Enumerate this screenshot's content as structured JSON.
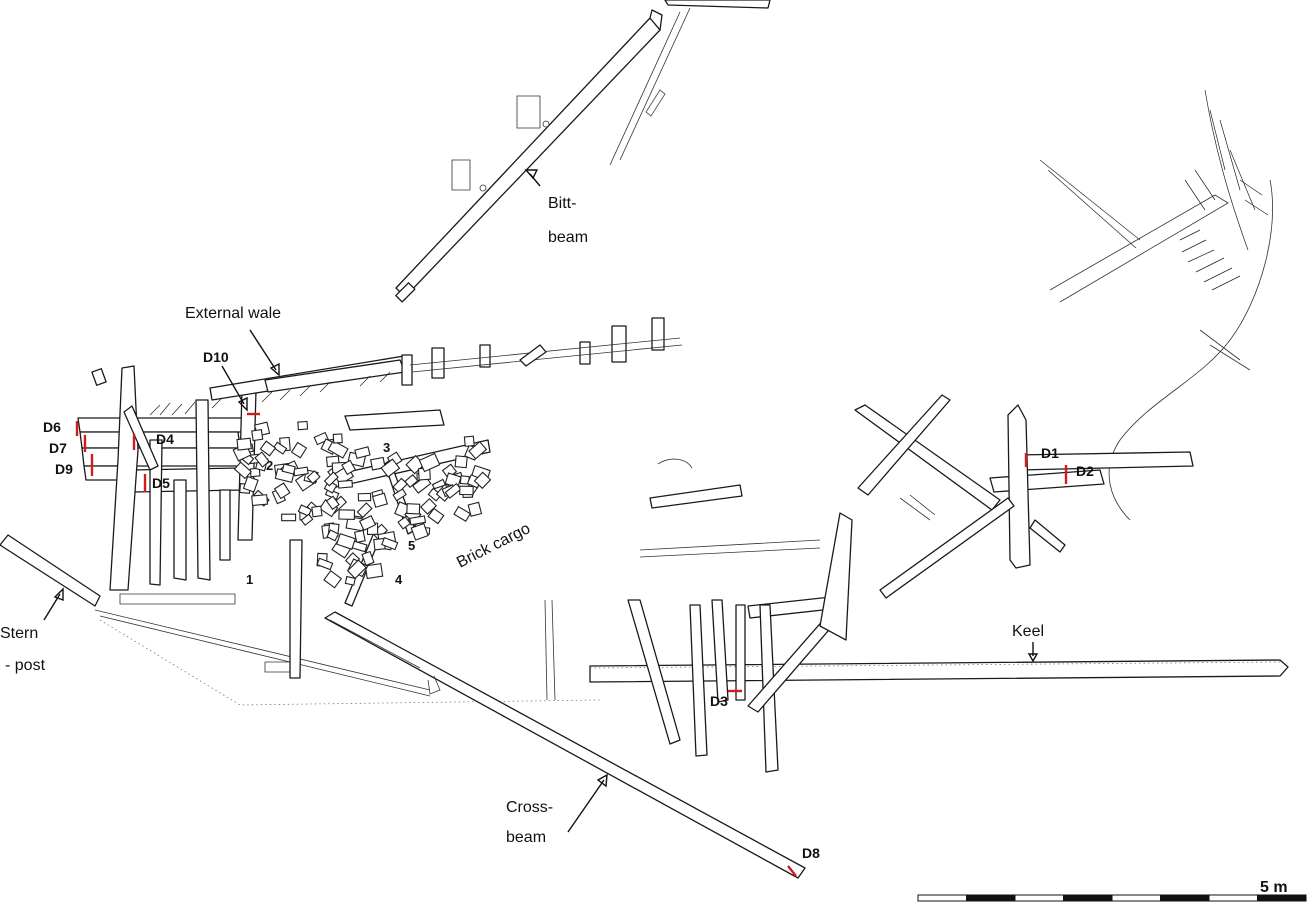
{
  "labels": {
    "bitt_beam_line1": "Bitt-",
    "bitt_beam_line2": "beam",
    "external_wale": "External wale",
    "brick_cargo": "Brick cargo",
    "stern_post_line1": "Stern",
    "stern_post_line2": "- post",
    "keel": "Keel",
    "cross_beam_line1": "Cross-",
    "cross_beam_line2": "beam"
  },
  "sample_codes": [
    "D1",
    "D2",
    "D3",
    "D4",
    "D5",
    "D6",
    "D7",
    "D8",
    "D9",
    "D10"
  ],
  "numbers": [
    "1",
    "2",
    "3",
    "4",
    "5"
  ],
  "scale_bar": {
    "label": "5 m",
    "segments": 8
  },
  "colors": {
    "sample_mark": "#d41a1a",
    "ink": "#1a1a1a"
  }
}
